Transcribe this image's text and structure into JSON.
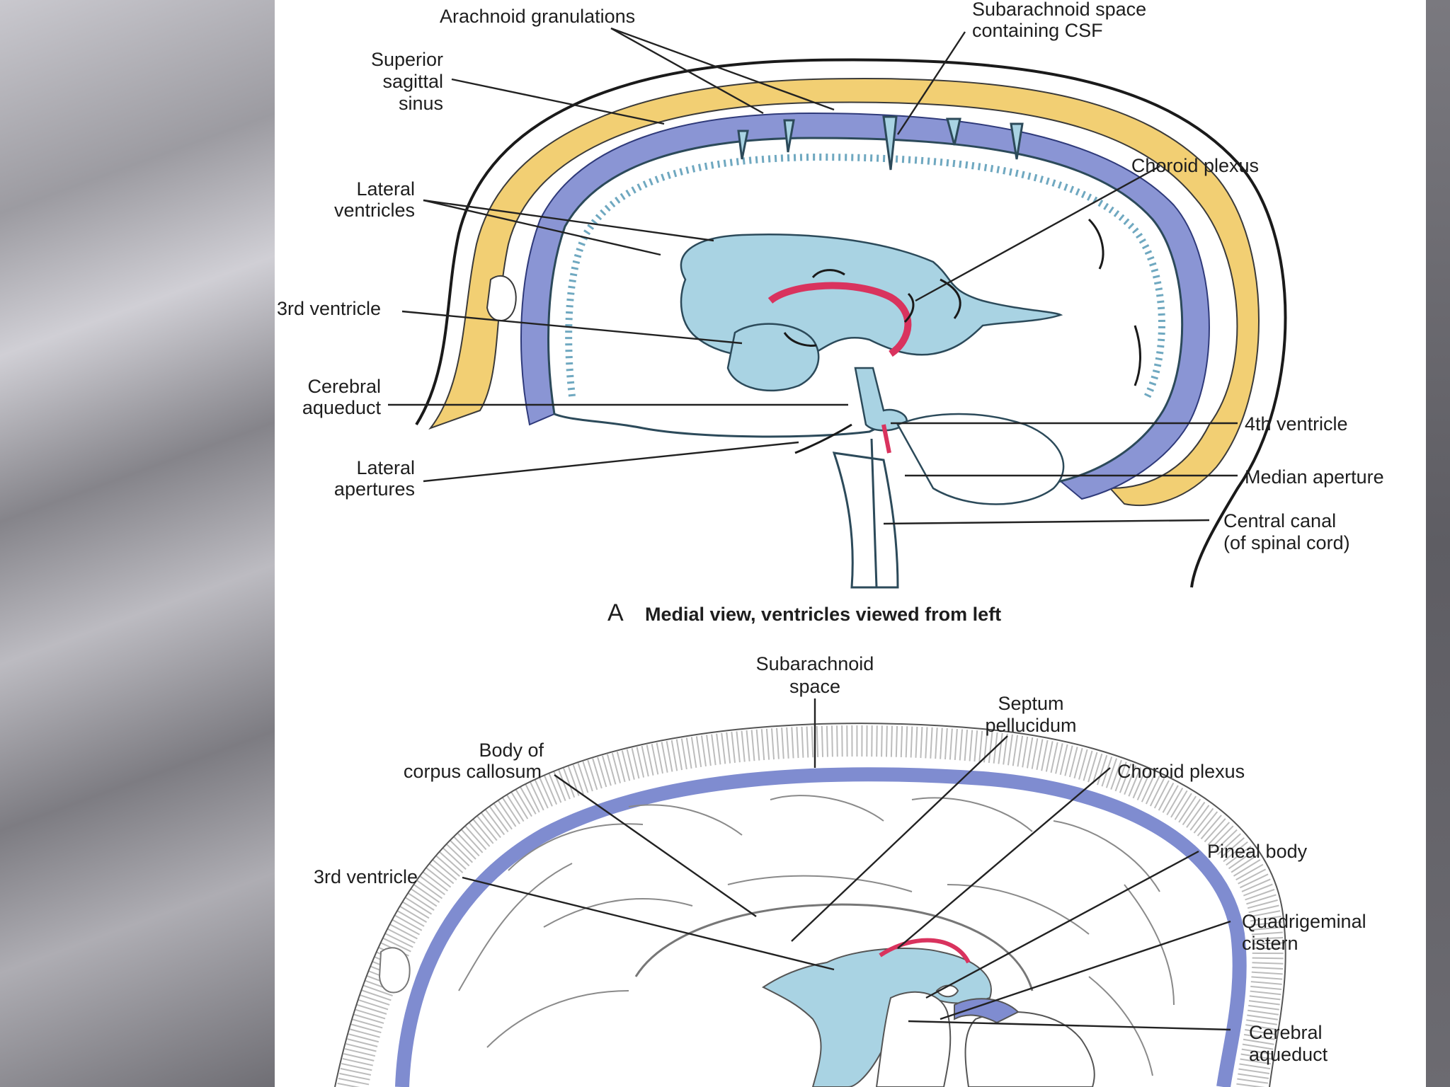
{
  "panel_a": {
    "caption_letter": "A",
    "caption_text": "Medial view, ventricles viewed from left",
    "labels": {
      "arachnoid_granulations": "Arachnoid granulations",
      "subarachnoid_space_1": "Subarachnoid space",
      "subarachnoid_space_2": "containing CSF",
      "superior_sagittal_1": "Superior",
      "superior_sagittal_2": "sagittal",
      "superior_sagittal_3": "sinus",
      "lateral_ventricles_1": "Lateral",
      "lateral_ventricles_2": "ventricles",
      "choroid_plexus": "Choroid plexus",
      "third_ventricle": "3rd ventricle",
      "cerebral_aqueduct_1": "Cerebral",
      "cerebral_aqueduct_2": "aqueduct",
      "fourth_ventricle": "4th ventricle",
      "lateral_apertures_1": "Lateral",
      "lateral_apertures_2": "apertures",
      "median_aperture": "Median aperture",
      "central_canal_1": "Central canal",
      "central_canal_2": "(of spinal cord)"
    }
  },
  "panel_b": {
    "labels": {
      "subarachnoid_space_1": "Subarachnoid",
      "subarachnoid_space_2": "space",
      "septum_pellucidum_1": "Septum",
      "septum_pellucidum_2": "pellucidum",
      "body_corpus_callosum_1": "Body of",
      "body_corpus_callosum_2": "corpus callosum",
      "choroid_plexus": "Choroid plexus",
      "pineal_body": "Pineal body",
      "third_ventricle": "3rd ventricle",
      "quadrigeminal_cistern_1": "Quadrigeminal",
      "quadrigeminal_cistern_2": "cistern",
      "cerebral_aqueduct_1": "Cerebral",
      "cerebral_aqueduct_2": "aqueduct"
    }
  },
  "colors": {
    "csf_blue": "#a9d3e3",
    "subarachnoid_purple": "#8a95d4",
    "bone_yellow": "#f2cf73",
    "choroid_pink": "#d9335e"
  }
}
